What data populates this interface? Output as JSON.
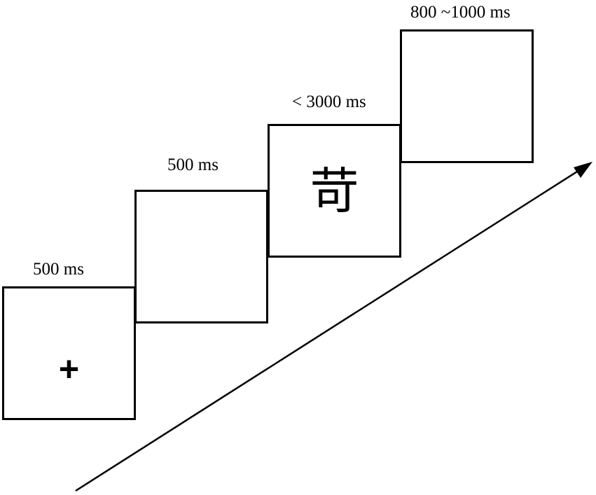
{
  "frames": [
    {
      "duration": "500 ms",
      "stimulus": "+"
    },
    {
      "duration": "500 ms",
      "stimulus": ""
    },
    {
      "duration": "< 3000 ms",
      "stimulus": "苛"
    },
    {
      "duration": "800 ~1000 ms",
      "stimulus": ""
    }
  ],
  "colors": {
    "stroke": "#000000",
    "background": "#ffffff"
  }
}
